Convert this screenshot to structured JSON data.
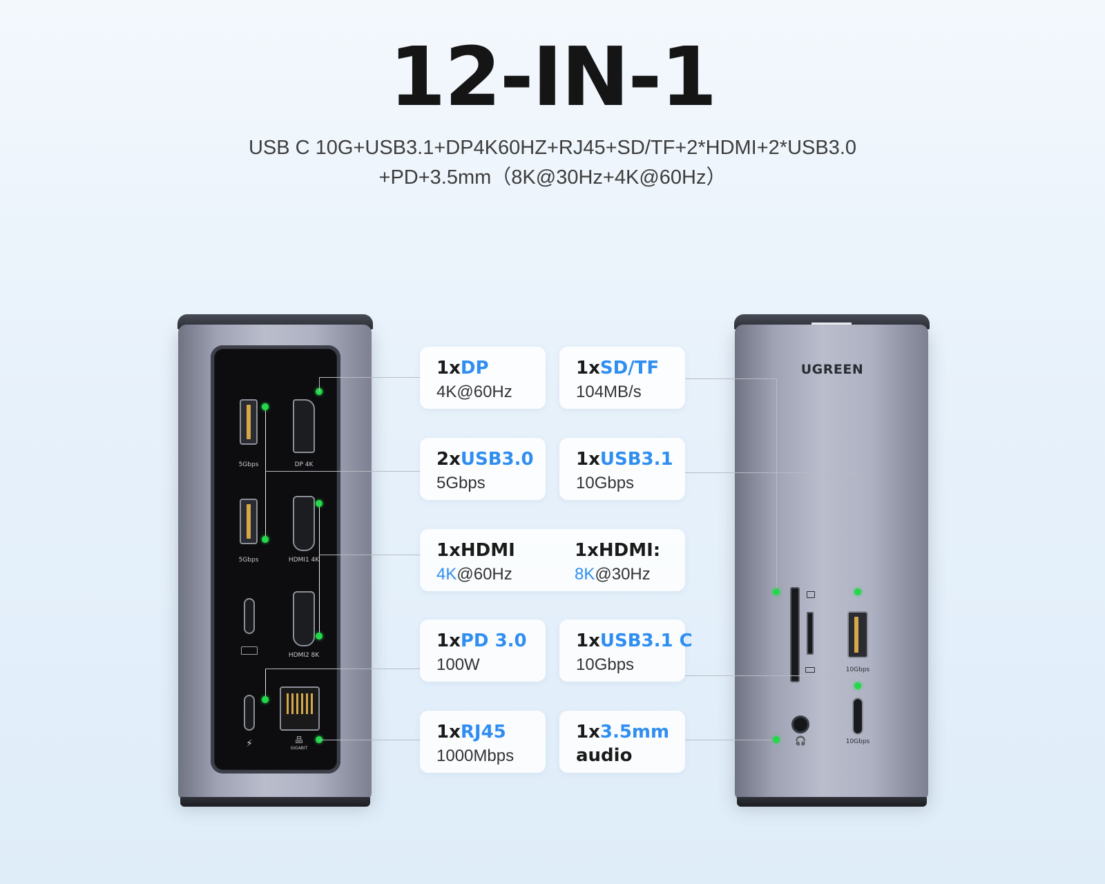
{
  "title": "12-IN-1",
  "subtitle_line1": "USB C 10G+USB3.1+DP4K60HZ+RJ45+SD/TF+2*HDMI+2*USB3.0",
  "subtitle_line2": "+PD+3.5mm（8K@30Hz+4K@60Hz）",
  "brand": "UGREEN",
  "front_port_labels": {
    "usb_a_1": "5Gbps",
    "dp": "DP 4K",
    "usb_a_2": "5Gbps",
    "hdmi1": "HDMI1 4K",
    "hdmi2": "HDMI2 8K",
    "rj45": "GIGABIT"
  },
  "rear_port_labels": {
    "usb_a": "10Gbps",
    "usb_c": "10Gbps"
  },
  "cards": {
    "dp": {
      "qty": "1x",
      "name": "DP",
      "spec": "4K@60Hz"
    },
    "sdtf": {
      "qty": "1x",
      "name": "SD/TF",
      "spec": "104MB/s"
    },
    "usb30": {
      "qty": "2x",
      "name": "USB3.0",
      "spec": "5Gbps"
    },
    "usb31": {
      "qty": "1x",
      "name": "USB3.1",
      "spec": "10Gbps"
    },
    "hdmi_a": {
      "title": "1xHDMI",
      "res": "4K",
      "rate": "@60Hz"
    },
    "hdmi_b": {
      "title": "1xHDMI:",
      "res": "8K",
      "rate": "@30Hz"
    },
    "pd": {
      "qty": "1x",
      "name": "PD 3.0",
      "spec": "100W"
    },
    "usb31c": {
      "qty": "1x",
      "name": "USB3.1 C",
      "spec": "10Gbps"
    },
    "rj45": {
      "qty": "1x",
      "name": "RJ45",
      "spec": "1000Mbps"
    },
    "audio": {
      "qty": "1x",
      "name": "3.5mm",
      "spec": "audio"
    }
  },
  "colors": {
    "accent": "#2f8ef0",
    "indicator": "#23d84a"
  }
}
